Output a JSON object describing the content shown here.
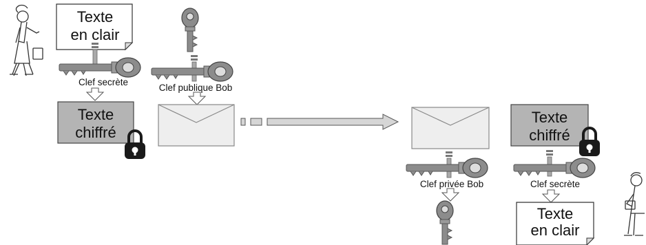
{
  "diagram": {
    "sender": {
      "plaintext_doc": [
        "Texte",
        "en clair"
      ],
      "secret_key_label": "Clef secrète",
      "ciphertext_doc": [
        "Texte",
        "chiffré"
      ],
      "public_key_label": "Clef publique Bob"
    },
    "receiver": {
      "private_key_label": "Clef privée Bob",
      "ciphertext_doc": [
        "Texte",
        "chiffré"
      ],
      "secret_key_label": "Clef secrète",
      "plaintext_doc": [
        "Texte",
        "en clair"
      ]
    }
  },
  "icons": [
    "person-woman-icon",
    "person-man-icon",
    "key-icon",
    "lock-icon",
    "envelope-icon",
    "arrow-right-icon",
    "arrow-down-icon"
  ],
  "colors": {
    "ciphertext_fill": "#b4b4b4",
    "envelope_fill": "#eeeeee",
    "key_fill": "#8c8c8c",
    "lock_fill": "#1a1a1a",
    "arrow_fill": "#d6d6d6"
  }
}
